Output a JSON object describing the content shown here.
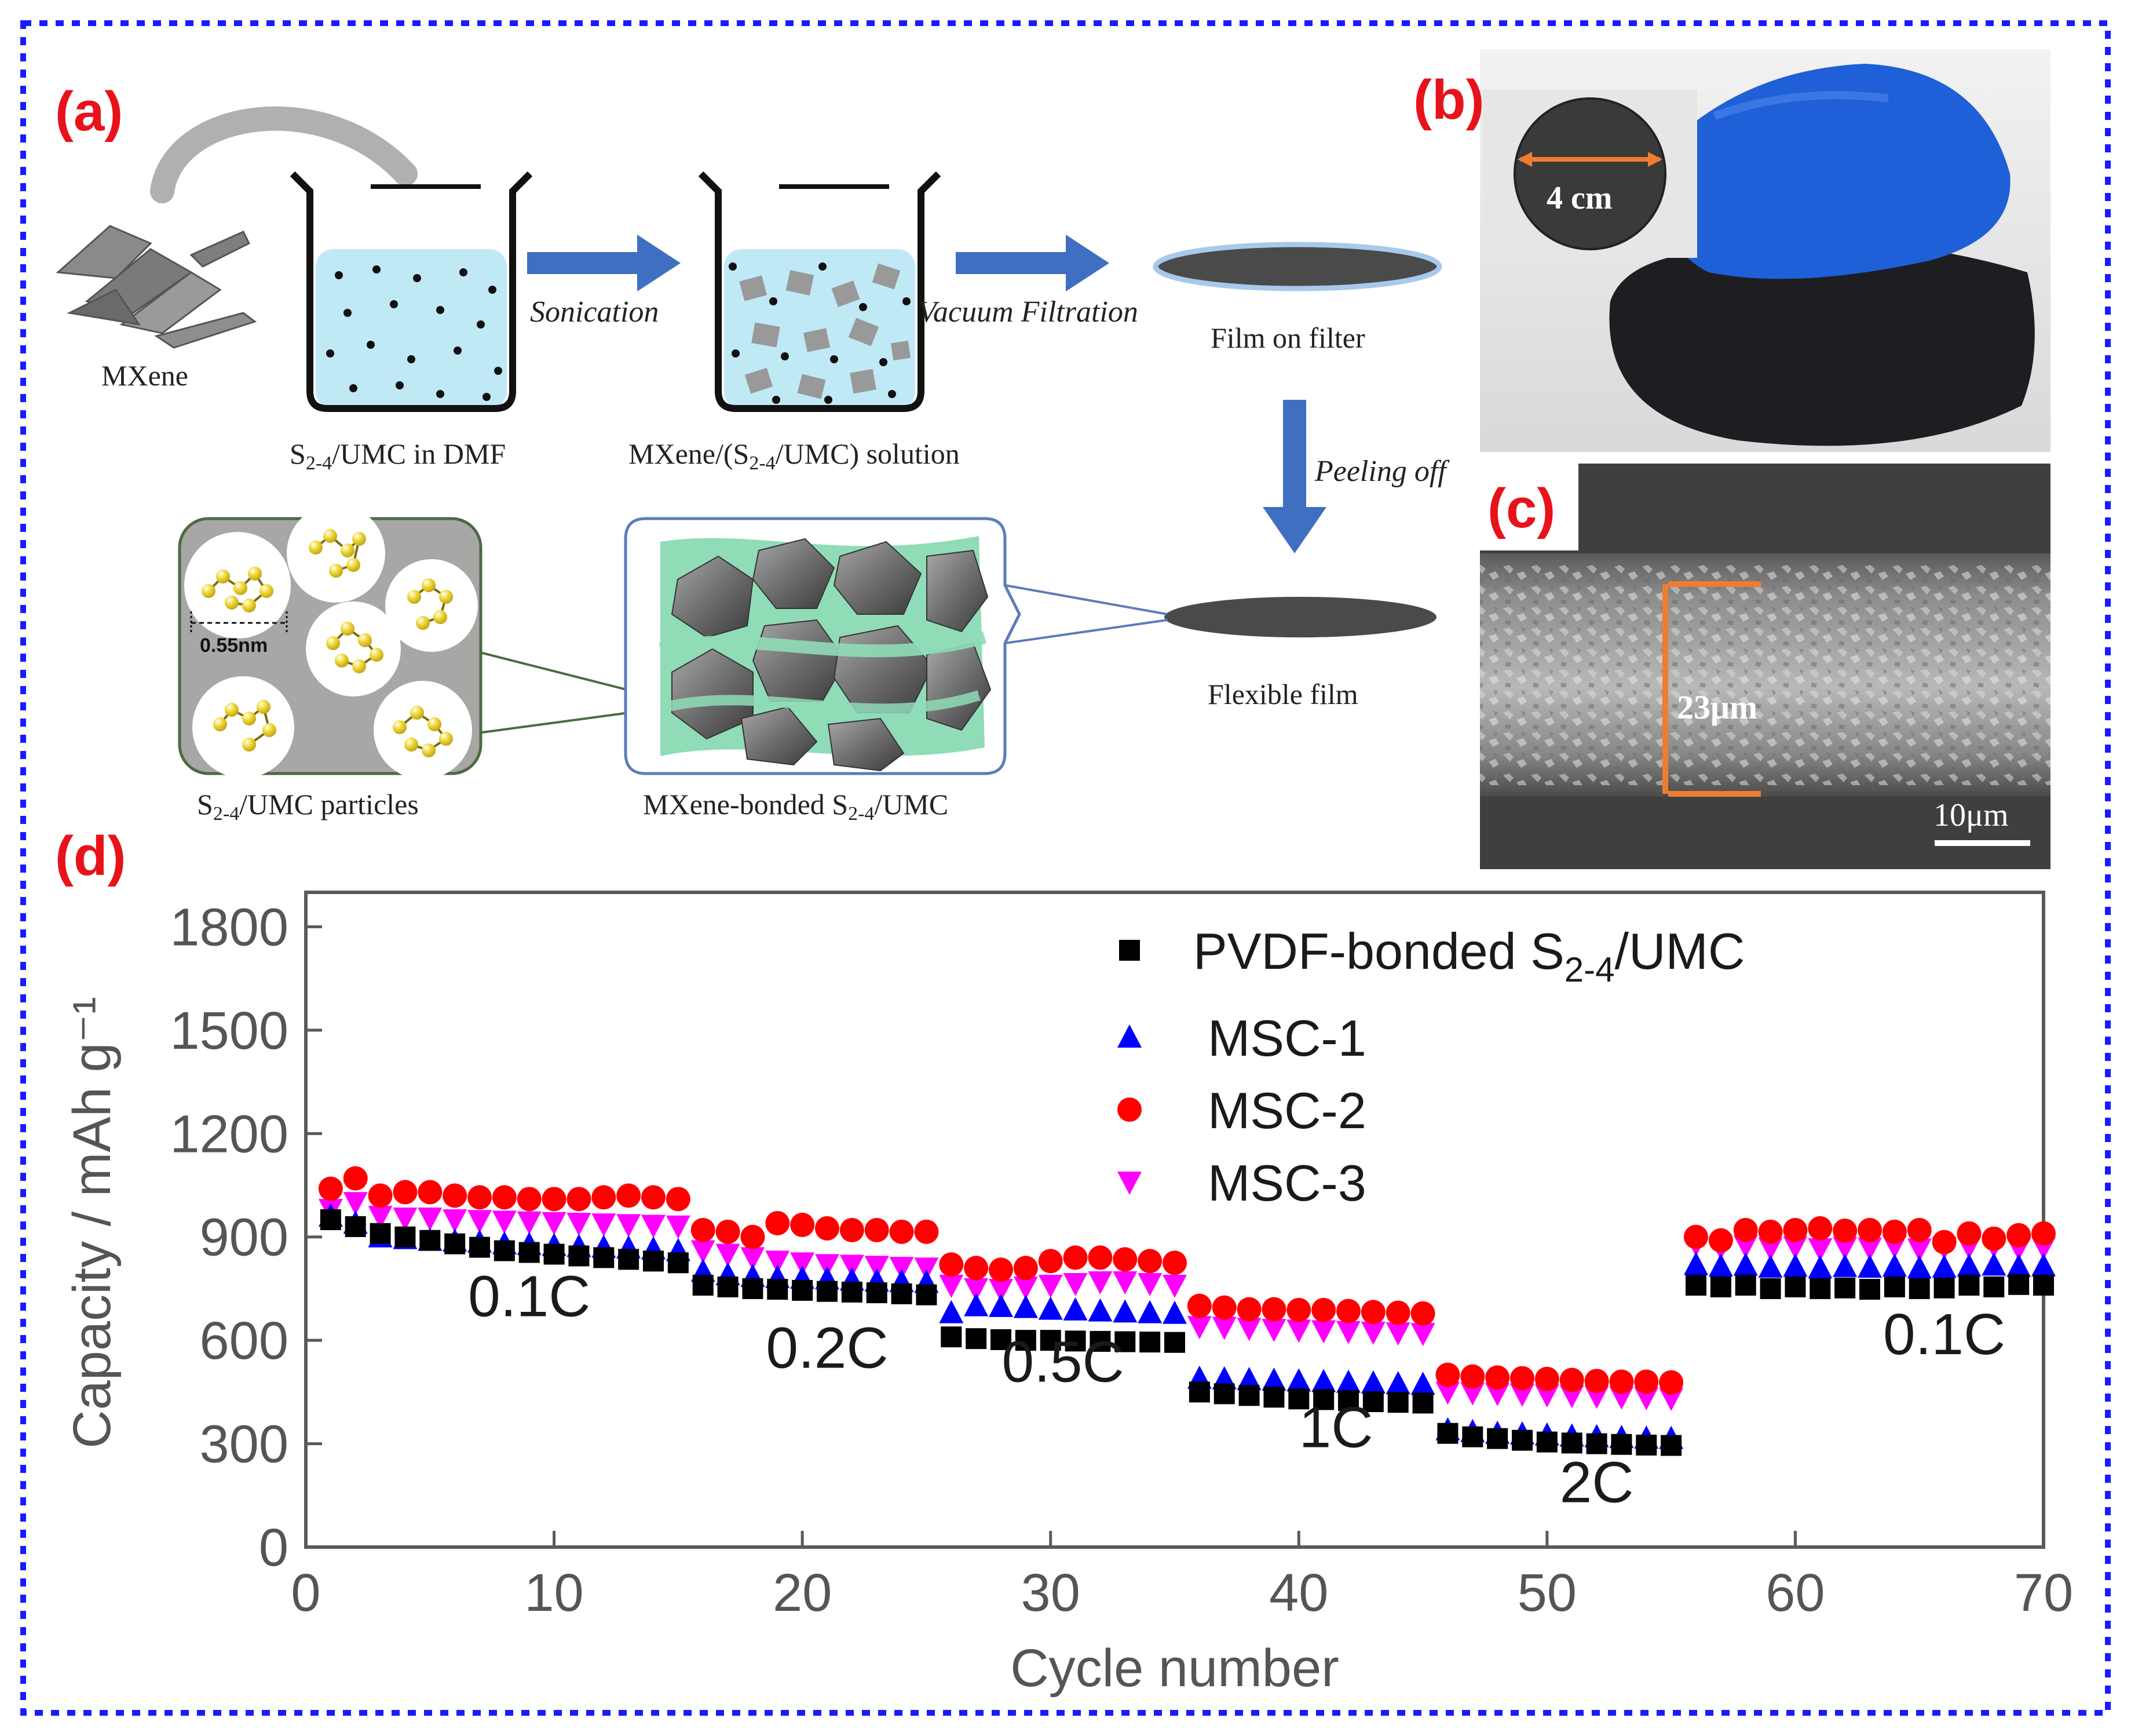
{
  "colors": {
    "border": "#1a1aff",
    "panel_label": "#e8121b",
    "arrow": "#3f6fc1",
    "solution": "#bfe9f5",
    "mxene_binder": "#8fdcb7",
    "sulfur": "#e2c81a",
    "umc_bg": "#a9a6a6",
    "ruler": "#ee7d30",
    "glove": "#1f5fd8",
    "pvdf": "#000000",
    "msc1": "#0000ff",
    "msc2": "#ff0000",
    "msc3": "#ff00ff"
  },
  "panels": {
    "a": {
      "label": "(a)",
      "mxene": "MXene",
      "sonication": "Sonication",
      "vacuum": "Vacuum Filtration",
      "beaker1": "S2-4/UMC in DMF",
      "beaker2": "MXene/(S2-4/UMC) solution",
      "film_on_filter": "Film on filter",
      "peeling": "Peeling off",
      "flexible": "Flexible film",
      "pore": "0.55nm",
      "particles": "S2-4/UMC particles",
      "bonded": "MXene-bonded S2-4/UMC",
      "sub": "2-4",
      "s": "S"
    },
    "b": {
      "label": "(b)",
      "diameter": "4 cm"
    },
    "c": {
      "label": "(c)",
      "thickness": "23μm",
      "scale": "10μm"
    },
    "d": {
      "label": "(d)"
    }
  },
  "chart_data": {
    "type": "scatter",
    "title": "",
    "xlabel": "Cycle number",
    "ylabel": "Capacity / mAh g⁻¹",
    "xlim": [
      0,
      70
    ],
    "ylim": [
      0,
      1900
    ],
    "xticks": [
      0,
      10,
      20,
      30,
      40,
      50,
      60,
      70
    ],
    "yticks": [
      0,
      300,
      600,
      900,
      1200,
      1500,
      1800
    ],
    "grid": false,
    "legend_position": "top-right",
    "rate_labels": [
      {
        "text": "0.1C",
        "x": 9,
        "y": 670
      },
      {
        "text": "0.2C",
        "x": 21,
        "y": 520
      },
      {
        "text": "0.5C",
        "x": 30.5,
        "y": 480
      },
      {
        "text": "1C",
        "x": 41.5,
        "y": 290
      },
      {
        "text": "2C",
        "x": 52,
        "y": 130
      },
      {
        "text": "0.1C",
        "x": 66,
        "y": 560
      }
    ],
    "series": [
      {
        "name": "PVDF-bonded S2-4/UMC",
        "marker": "square",
        "color": "#000000",
        "x": [
          1,
          2,
          3,
          4,
          5,
          6,
          7,
          8,
          9,
          10,
          11,
          12,
          13,
          14,
          15,
          16,
          17,
          18,
          19,
          20,
          21,
          22,
          23,
          24,
          25,
          26,
          27,
          28,
          29,
          30,
          31,
          32,
          33,
          34,
          35,
          36,
          37,
          38,
          39,
          40,
          41,
          42,
          43,
          44,
          45,
          46,
          47,
          48,
          49,
          50,
          51,
          52,
          53,
          54,
          55,
          56,
          57,
          58,
          59,
          60,
          61,
          62,
          63,
          64,
          65,
          66,
          67,
          68,
          69,
          70
        ],
        "y": [
          950,
          930,
          910,
          900,
          890,
          880,
          870,
          860,
          855,
          850,
          845,
          840,
          835,
          830,
          825,
          760,
          755,
          750,
          748,
          745,
          742,
          740,
          738,
          735,
          732,
          610,
          605,
          602,
          600,
          600,
          598,
          597,
          596,
          595,
          594,
          450,
          445,
          440,
          435,
          430,
          428,
          425,
          422,
          420,
          418,
          330,
          320,
          315,
          310,
          305,
          302,
          300,
          298,
          296,
          295,
          760,
          755,
          760,
          750,
          755,
          750,
          752,
          748,
          755,
          750,
          752,
          760,
          755,
          762,
          760
        ]
      },
      {
        "name": "MSC-1",
        "marker": "triangle-up",
        "color": "#0000ff",
        "x": [
          1,
          2,
          3,
          4,
          5,
          6,
          7,
          8,
          9,
          10,
          11,
          12,
          13,
          14,
          15,
          16,
          17,
          18,
          19,
          20,
          21,
          22,
          23,
          24,
          25,
          26,
          27,
          28,
          29,
          30,
          31,
          32,
          33,
          34,
          35,
          36,
          37,
          38,
          39,
          40,
          41,
          42,
          43,
          44,
          45,
          46,
          47,
          48,
          49,
          50,
          51,
          52,
          53,
          54,
          55,
          56,
          57,
          58,
          59,
          60,
          61,
          62,
          63,
          64,
          65,
          66,
          67,
          68,
          69,
          70
        ],
        "y": [
          960,
          940,
          900,
          895,
          890,
          888,
          885,
          880,
          878,
          875,
          872,
          870,
          868,
          865,
          860,
          800,
          790,
          785,
          782,
          780,
          778,
          775,
          772,
          770,
          768,
          680,
          700,
          698,
          695,
          690,
          688,
          685,
          682,
          680,
          678,
          490,
          488,
          486,
          484,
          482,
          480,
          478,
          476,
          474,
          472,
          340,
          335,
          330,
          328,
          325,
          322,
          320,
          318,
          316,
          315,
          820,
          815,
          818,
          812,
          815,
          810,
          814,
          812,
          815,
          810,
          812,
          815,
          818,
          814,
          816
        ]
      },
      {
        "name": "MSC-2",
        "marker": "circle",
        "color": "#ff0000",
        "x": [
          1,
          2,
          3,
          4,
          5,
          6,
          7,
          8,
          9,
          10,
          11,
          12,
          13,
          14,
          15,
          16,
          17,
          18,
          19,
          20,
          21,
          22,
          23,
          24,
          25,
          26,
          27,
          28,
          29,
          30,
          31,
          32,
          33,
          34,
          35,
          36,
          37,
          38,
          39,
          40,
          41,
          42,
          43,
          44,
          45,
          46,
          47,
          48,
          49,
          50,
          51,
          52,
          53,
          54,
          55,
          56,
          57,
          58,
          59,
          60,
          61,
          62,
          63,
          64,
          65,
          66,
          67,
          68,
          69,
          70
        ],
        "y": [
          1040,
          1070,
          1020,
          1030,
          1030,
          1020,
          1015,
          1015,
          1010,
          1010,
          1010,
          1015,
          1020,
          1015,
          1010,
          920,
          915,
          900,
          940,
          935,
          925,
          920,
          920,
          915,
          915,
          820,
          810,
          805,
          810,
          830,
          840,
          840,
          835,
          830,
          825,
          700,
          695,
          690,
          690,
          688,
          688,
          685,
          682,
          680,
          678,
          500,
          495,
          492,
          490,
          488,
          485,
          482,
          480,
          480,
          478,
          900,
          890,
          920,
          915,
          920,
          925,
          918,
          920,
          915,
          920,
          885,
          910,
          895,
          905,
          910
        ]
      },
      {
        "name": "MSC-3",
        "marker": "triangle-down",
        "color": "#ff00ff",
        "x": [
          1,
          2,
          3,
          4,
          5,
          6,
          7,
          8,
          9,
          10,
          11,
          12,
          13,
          14,
          15,
          16,
          17,
          18,
          19,
          20,
          21,
          22,
          23,
          24,
          25,
          26,
          27,
          28,
          29,
          30,
          31,
          32,
          33,
          34,
          35,
          36,
          37,
          38,
          39,
          40,
          41,
          42,
          43,
          44,
          45,
          46,
          47,
          48,
          49,
          50,
          51,
          52,
          53,
          54,
          55,
          56,
          57,
          58,
          59,
          60,
          61,
          62,
          63,
          64,
          65,
          66,
          67,
          68,
          69,
          70
        ],
        "y": [
          980,
          1000,
          960,
          955,
          955,
          950,
          948,
          946,
          944,
          942,
          940,
          938,
          936,
          934,
          932,
          860,
          850,
          840,
          830,
          825,
          820,
          818,
          815,
          812,
          810,
          760,
          750,
          748,
          755,
          760,
          765,
          770,
          770,
          765,
          760,
          640,
          638,
          635,
          632,
          630,
          628,
          626,
          624,
          622,
          620,
          450,
          448,
          446,
          444,
          442,
          440,
          438,
          436,
          434,
          432,
          880,
          870,
          875,
          868,
          872,
          866,
          870,
          868,
          874,
          865,
          870,
          872,
          875,
          868,
          870
        ]
      }
    ]
  }
}
